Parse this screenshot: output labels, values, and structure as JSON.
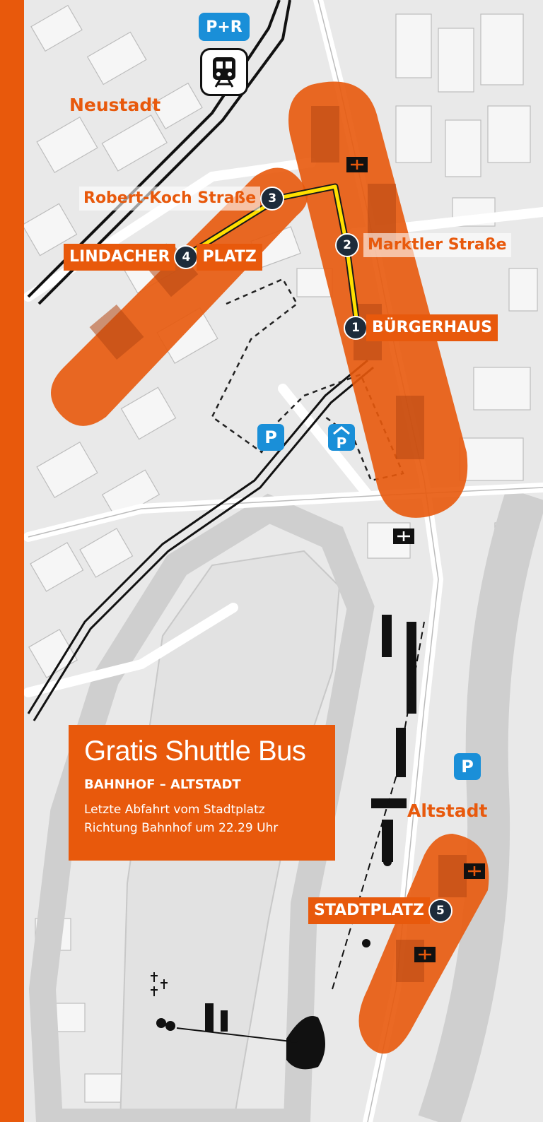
{
  "districts": {
    "neustadt": "Neustadt",
    "altstadt": "Altstadt"
  },
  "stops": [
    {
      "number": "1",
      "label": "BÜRGERHAUS"
    },
    {
      "number": "2",
      "label": "Marktler Straße"
    },
    {
      "number": "3",
      "label": "Robert-Koch Straße"
    },
    {
      "number": "4",
      "label_left": "LINDACHER",
      "label_right": "PLATZ"
    },
    {
      "number": "5",
      "label": "STADTPLATZ"
    }
  ],
  "parking": {
    "park_ride_label": "P+R",
    "parking_label": "P"
  },
  "icons": {
    "train": "train-station-icon",
    "parking": "parking-icon",
    "parking_garage": "parking-garage-icon",
    "church": "church-icon",
    "cemetery": "cemetery-cross-icon"
  },
  "shuttle_info": {
    "title": "Gratis Shuttle Bus",
    "route": "BAHNHOF – ALTSTADT",
    "line1": "Letzte Abfahrt vom Stadtplatz",
    "line2": "Richtung Bahnhof um 22.29 Uhr"
  },
  "colors": {
    "accent": "#e8590c",
    "stop_badge": "#1d2b3a",
    "route_line": "#ffe000",
    "parking_blue": "#1a8fd8",
    "river": "#cfcfcf"
  }
}
